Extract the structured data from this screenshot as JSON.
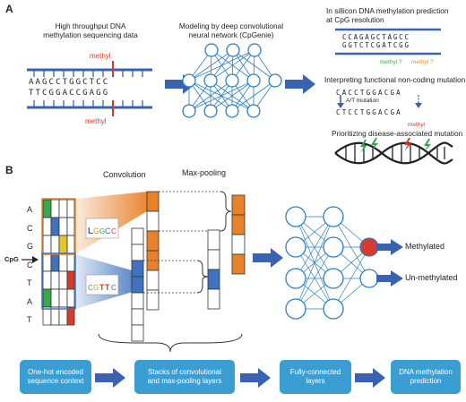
{
  "colors": {
    "arrow": "#3a62b0",
    "flow_box": "#3a9ed3",
    "methyl_red": "#d93a2b",
    "base_green": "#3aa84a",
    "base_orange": "#e6902a",
    "conv_orange": "#e8812a",
    "conv_blue": "#3f73bf",
    "node_stroke": "#2f7fc1"
  },
  "panel_a": {
    "label": "A",
    "input_caption_line1": "High throughput DNA",
    "input_caption_line2": "methylation sequencing data",
    "model_caption_line1": "Modeling by deep convolutional",
    "model_caption_line2": "neural network (CpGenie)",
    "methyl_top": "methyl",
    "methyl_bottom": "methyl",
    "seq_top": "AAGCCTGGCTCC",
    "seq_bottom": "TTCGGACCGAGG",
    "tasks": [
      {
        "title_line1": "In sillicon DNA methylation prediction",
        "title_line2": "at CpG resolution",
        "seq_top": "CCAGAGCTAGCC",
        "seq_bottom": "GGTCTCGATCGG",
        "note_green": "methyl ?",
        "note_orange": "methyl ?"
      },
      {
        "title": "Interpreting functional non-coding mutation",
        "seq_top": "CACCTGGACGA",
        "seq_bottom": "CTCCTGGACGA",
        "mutation_label": "A/T mutation",
        "methyl_label": "methyl"
      },
      {
        "title": "Prioritizing disease-associated mutation"
      }
    ]
  },
  "panel_b": {
    "label": "B",
    "convolution_label": "Convolution",
    "maxpool_label": "Max-pooling",
    "cpg_label": "CpG",
    "sequence_letters": [
      "A",
      "C",
      "G",
      "C",
      "T",
      "A",
      "T"
    ],
    "outputs": [
      "Methylated",
      "Un-methylated"
    ]
  },
  "flow": [
    {
      "line1": "One-hot encoded",
      "line2": "sequence context"
    },
    {
      "line1": "Stacks of convolutional",
      "line2": "and max-pooling layers"
    },
    {
      "line1": "Fully-connected",
      "line2": "layers"
    },
    {
      "line1": "DNA methylation",
      "line2": "prediction"
    }
  ]
}
